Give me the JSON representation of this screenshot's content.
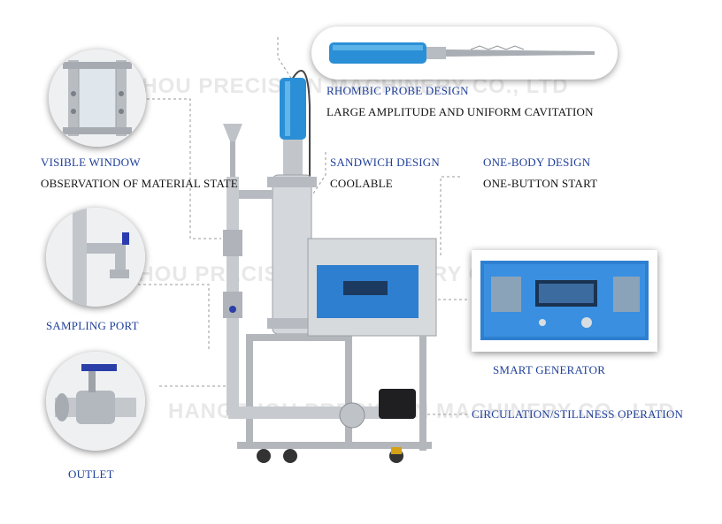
{
  "watermark": "HANGZHOU PRECISION MACHINERY CO., LTD",
  "features": {
    "probe": {
      "title": "RHOMBIC PROBE DESIGN",
      "desc": "LARGE AMPLITUDE AND UNIFORM CAVITATION"
    },
    "window": {
      "title": "VISIBLE WINDOW",
      "desc": "OBSERVATION OF MATERIAL STATE"
    },
    "sandwich": {
      "title": "SANDWICH DESIGN",
      "desc": "COOLABLE"
    },
    "onebody": {
      "title": "ONE-BODY DESIGN",
      "desc": "ONE-BUTTON START"
    },
    "sampling": {
      "title": "SAMPLING PORT"
    },
    "generator": {
      "title": "SMART GENERATOR"
    },
    "circulation": {
      "title": "CIRCULATION/STILLNESS OPERATION"
    },
    "outlet": {
      "title": "OUTLET"
    }
  },
  "colors": {
    "label_blue": "#1f3f9a",
    "accent_blue": "#2a8fd6",
    "steel": "#c9ccd0"
  }
}
